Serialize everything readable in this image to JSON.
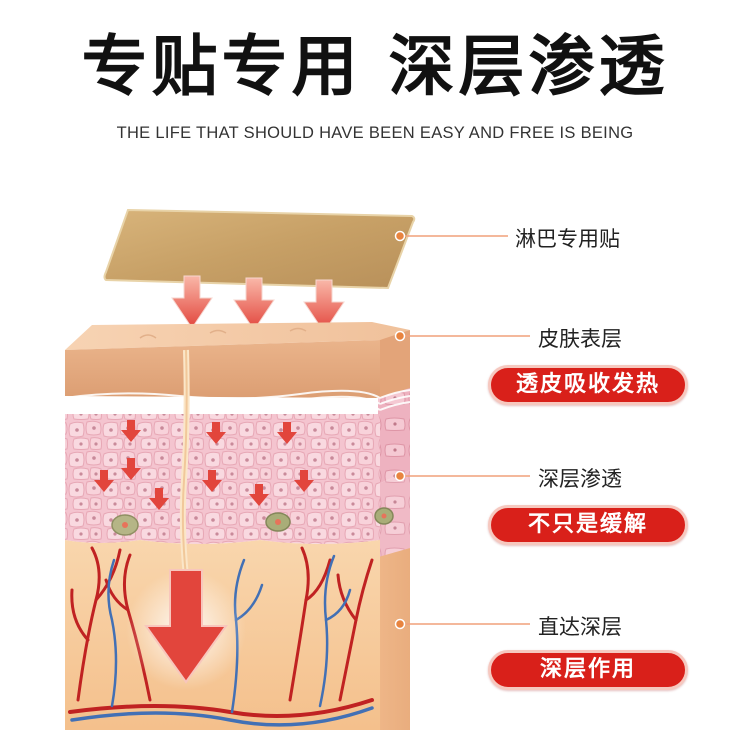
{
  "header": {
    "title": "专贴专用 深层渗透",
    "subtitle": "THE LIFE THAT SHOULD HAVE BEEN EASY AND FREE IS BEING"
  },
  "callouts": {
    "patch": {
      "label": "淋巴专用贴"
    },
    "skin": {
      "label": "皮肤表层",
      "badge": "透皮吸收发热"
    },
    "deep": {
      "label": "深层渗透",
      "badge": "不只是缓解"
    },
    "direct": {
      "label": "直达深层",
      "badge": "深层作用"
    }
  },
  "colors": {
    "badge_fill": "#d9201a",
    "leader_line": "#f0a07a",
    "leader_dot": "#e8843f",
    "arrow": "#e2453c",
    "patch": "#c7a066",
    "skin_top": "#f3c9a4",
    "cell_layer": "#f4c4cf",
    "tissue": "#f6c898",
    "artery": "#c02222",
    "vein": "#4270b5"
  }
}
